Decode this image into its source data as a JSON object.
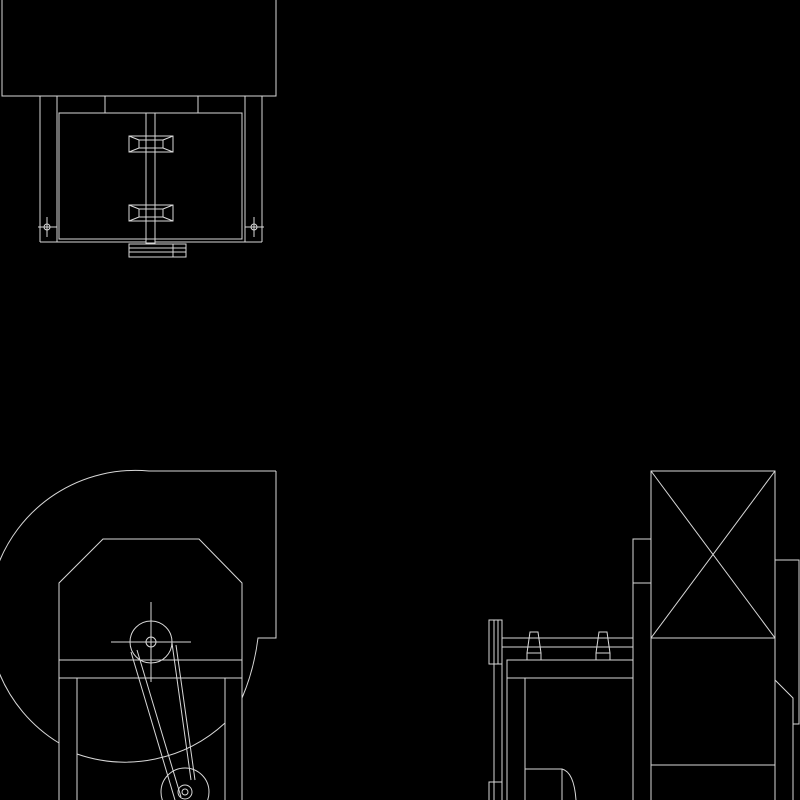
{
  "drawing": {
    "background_color": "#000000",
    "line_color": "#d8d8d8",
    "views": [
      "top-view",
      "front-view",
      "side-view"
    ]
  }
}
